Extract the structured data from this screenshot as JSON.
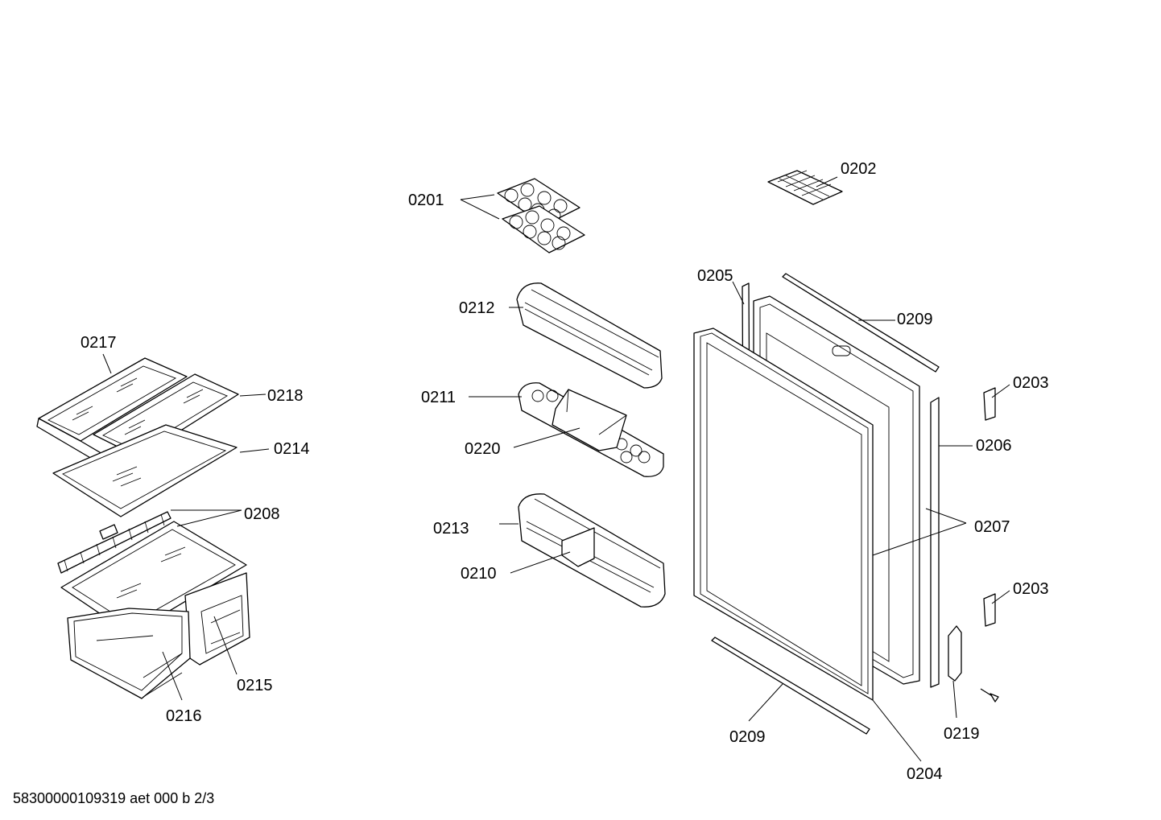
{
  "diagram": {
    "footer_text": "58300000109319 aet 000 b 2/3",
    "labels": {
      "p0201": "0201",
      "p0202": "0202",
      "p0203a": "0203",
      "p0203b": "0203",
      "p0204": "0204",
      "p0205": "0205",
      "p0206": "0206",
      "p0207": "0207",
      "p0208": "0208",
      "p0209a": "0209",
      "p0209b": "0209",
      "p0210": "0210",
      "p0211": "0211",
      "p0212": "0212",
      "p0213": "0213",
      "p0214": "0214",
      "p0215": "0215",
      "p0216": "0216",
      "p0217": "0217",
      "p0218": "0218",
      "p0219": "0219",
      "p0220": "0220"
    }
  }
}
